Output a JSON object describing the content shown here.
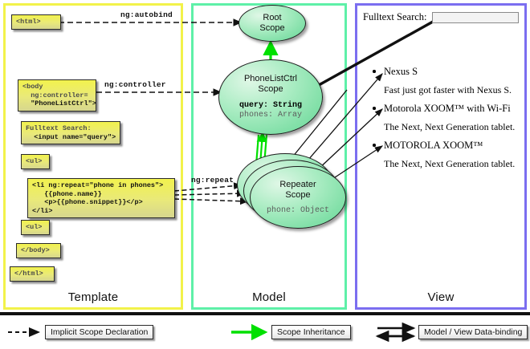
{
  "columns": [
    {
      "id": "template",
      "label": "Template"
    },
    {
      "id": "model",
      "label": "Model"
    },
    {
      "id": "view",
      "label": "View"
    }
  ],
  "template": {
    "boxes": [
      {
        "name": "html-open",
        "lines": [
          "<html>"
        ]
      },
      {
        "name": "body-controller",
        "lines": [
          "<body",
          "  ng:controller=",
          "  \"PhoneListCtrl\">"
        ]
      },
      {
        "name": "fulltext-search",
        "label": "Fulltext Search:",
        "code": "  <input name=\"query\">"
      },
      {
        "name": "ul-open",
        "lines": [
          "<ul>"
        ]
      },
      {
        "name": "li-repeat",
        "lines": [
          "<li ng:repeat=\"phone in phones\">",
          "   {{phone.name}}",
          "   <p>{{phone.snippet}}</p>",
          "</li>"
        ]
      },
      {
        "name": "ul-close",
        "lines": [
          "<ul>"
        ]
      },
      {
        "name": "body-close",
        "lines": [
          "</body>"
        ]
      },
      {
        "name": "html-close",
        "lines": [
          "</html>"
        ]
      }
    ]
  },
  "model": {
    "scopes": [
      {
        "name": "root-scope",
        "title": [
          "Root",
          "Scope"
        ],
        "props": []
      },
      {
        "name": "phonelistctrl-scope",
        "title": [
          "PhoneListCtrl",
          "Scope"
        ],
        "props": [
          {
            "text": "query: String",
            "style": "bold"
          },
          {
            "text": "phones: Array",
            "style": "dim"
          }
        ]
      },
      {
        "name": "repeater-scope",
        "title": [
          "Repeater",
          "Scope"
        ],
        "props": [
          {
            "text": "phone: Object",
            "style": "dim"
          }
        ]
      }
    ]
  },
  "view": {
    "search_label": "Fulltext Search:",
    "search_value": "",
    "search_placeholder": "",
    "items": [
      {
        "name": "Nexus S",
        "snippet": "Fast just got faster with Nexus S."
      },
      {
        "name": "Motorola XOOM™  with Wi-Fi",
        "snippet": "The Next, Next Generation tablet."
      },
      {
        "name": "MOTOROLA XOOM™",
        "snippet": "The Next, Next Generation tablet."
      }
    ]
  },
  "connectors": [
    {
      "name": "ng-autobind",
      "label": "ng:autobind"
    },
    {
      "name": "ng-controller",
      "label": "ng:controller"
    },
    {
      "name": "ng-repeat",
      "label": "ng:repeat"
    }
  ],
  "legend": [
    {
      "name": "implicit-scope-declaration",
      "label": "Implicit Scope Declaration",
      "arrow": "dashed"
    },
    {
      "name": "scope-inheritance",
      "label": "Scope Inheritance",
      "arrow": "green"
    },
    {
      "name": "model-view-data-binding",
      "label": "Model / View Data-binding",
      "arrow": "double"
    }
  ],
  "colors": {
    "template_border": "#f2f24a",
    "model_border": "#5ef0a8",
    "view_border": "#7b6ef0",
    "scope_fill": "#63d694",
    "inheritance_arrow": "#00e000"
  }
}
